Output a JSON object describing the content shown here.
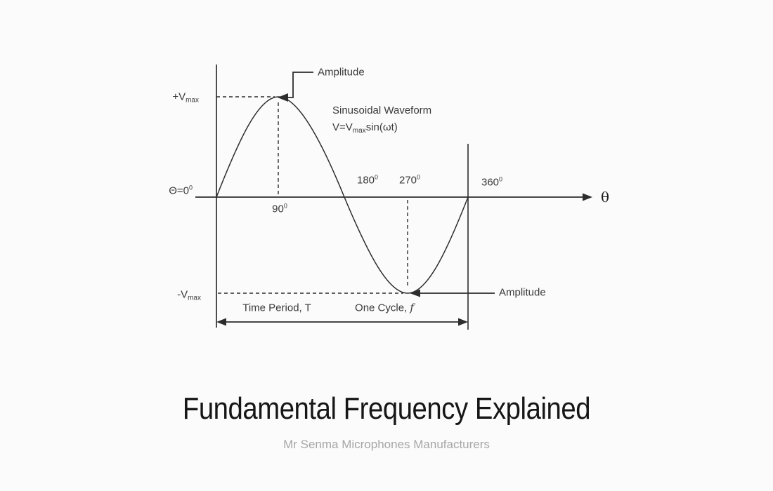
{
  "colors": {
    "background": "#fbfbfb",
    "line": "#2d2d2d",
    "label": "#3a3a3a",
    "title": "#161616",
    "subtitle": "#a6a6a6"
  },
  "diagram": {
    "peak_callout": "Amplitude",
    "trough_callout": "Amplitude",
    "vmax_positive": {
      "base": "+V",
      "sub": "max"
    },
    "vmax_negative": {
      "base": "-V",
      "sub": "max"
    },
    "origin_label": {
      "base": "Θ=0",
      "sup": "0"
    },
    "annotation": {
      "line1": "Sinusoidal Waveform",
      "formula_base": "V=V",
      "formula_sub": "max",
      "formula_rest": "sin(ωt)"
    },
    "ticks": {
      "t90": {
        "base": "90",
        "sup": "0"
      },
      "t180": {
        "base": "180",
        "sup": "0"
      },
      "t270": {
        "base": "270",
        "sup": "0"
      },
      "t360": {
        "base": "360",
        "sup": "0"
      }
    },
    "axis_label": "θ",
    "period_label": "Time Period, T",
    "cycle_label": {
      "base": "One Cycle, ",
      "italic": "f"
    }
  },
  "caption": {
    "title": "Fundamental Frequency Explained",
    "subtitle": "Mr Senma Microphones Manufacturers"
  },
  "chart_data": {
    "type": "line",
    "title": "Sinusoidal Waveform",
    "function": "V = Vmax sin(ωt)",
    "xlabel": "θ",
    "x_ticks_degrees": [
      0,
      90,
      180,
      270,
      360
    ],
    "y_levels": [
      "+Vmax",
      "0",
      "-Vmax"
    ],
    "points": [
      {
        "theta_deg": 0,
        "v": "0"
      },
      {
        "theta_deg": 90,
        "v": "+Vmax"
      },
      {
        "theta_deg": 180,
        "v": "0"
      },
      {
        "theta_deg": 270,
        "v": "-Vmax"
      },
      {
        "theta_deg": 360,
        "v": "0"
      }
    ],
    "annotations": [
      "Amplitude (peak)",
      "Amplitude (trough)",
      "Time Period, T",
      "One Cycle, f"
    ]
  }
}
